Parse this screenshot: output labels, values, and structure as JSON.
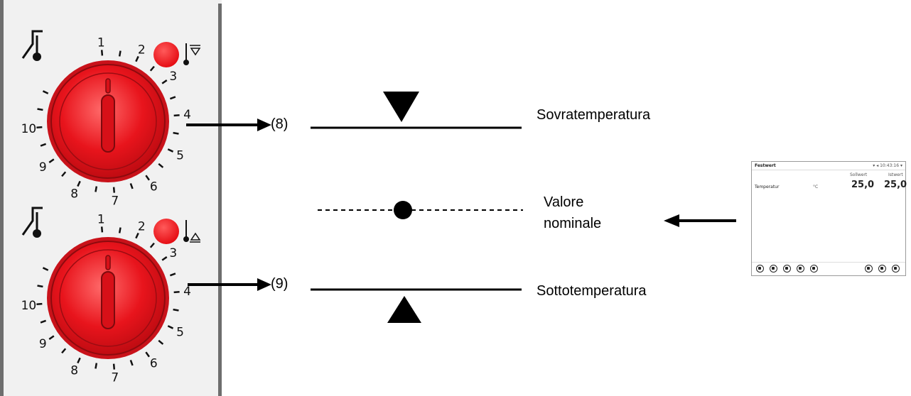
{
  "dial_scale": [
    "1",
    "2",
    "3",
    "4",
    "5",
    "6",
    "7",
    "8",
    "9",
    "10"
  ],
  "refs": {
    "upper": "(8)",
    "lower": "(9)"
  },
  "labels": {
    "over": "Sovratemperatura",
    "setpoint_line1": "Valore",
    "setpoint_line2": "nominale",
    "under": "Sottotemperatura"
  },
  "icons": {
    "upper_indicator": "red-lamp-icon",
    "upper_symbol": "overtemperature-thermometer-icon",
    "lower_indicator": "red-lamp-icon",
    "lower_symbol": "undertemperature-thermometer-icon",
    "protection": "temperature-protection-icon"
  },
  "colors": {
    "dial": "#e8141c",
    "panel_border": "#6e6e6e",
    "panel_bg": "#f1f1f1",
    "lamp": "#ee1119"
  },
  "screen": {
    "title": "Festwert",
    "status": "▾ ◂ 10:43:16 ▾",
    "col_setpoint": "Sollwert",
    "col_actual": "Istwert",
    "row_label": "Temperatur",
    "row_unit": "°C",
    "setpoint_value": "25,0",
    "actual_value": "25,0"
  }
}
